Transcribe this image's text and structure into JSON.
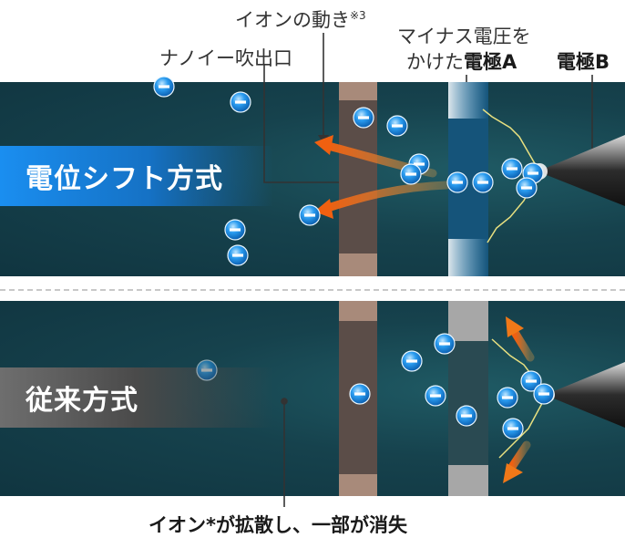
{
  "labels": {
    "ion_motion": "イオンの動き",
    "ion_motion_note": "※3",
    "nano_outlet": "ナノイー吹出口",
    "negative_voltage_line1": "マイナス電圧を",
    "negative_voltage_line2_prefix": "かけた",
    "electrode_a": "電極A",
    "electrode_b": "電極B",
    "shift_method": "電位シフト方式",
    "conventional_method": "従来方式",
    "diffusion_note": "イオン*が拡散し、一部が消失"
  },
  "ion_symbol": "minus-sign",
  "colors": {
    "panel_bg": "#16424d",
    "shift_banner": "#1a8ef0",
    "conventional_banner": "#6e6e6e",
    "ion_arrow": "#f07818",
    "ion_blue": "#2a9cf0",
    "spark": "#e8e080"
  }
}
